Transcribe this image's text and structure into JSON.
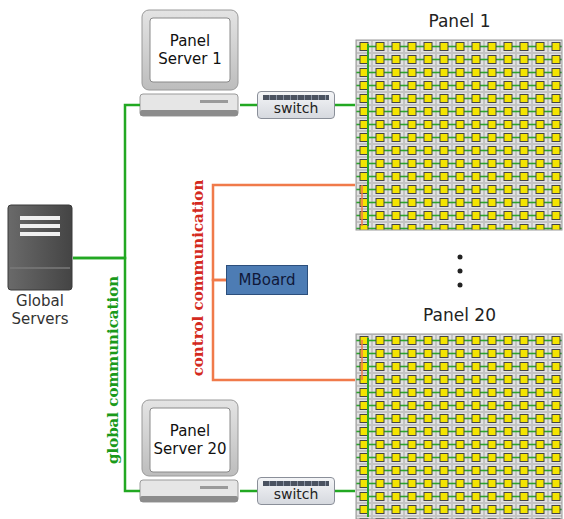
{
  "diagram": {
    "nodes": [
      {
        "text": [
          "Panel Server 1"
        ]
      },
      {
        "text": [
          "switch"
        ]
      },
      {
        "text": [
          "Panel 1"
        ]
      },
      {
        "text": [
          "Global Servers"
        ]
      },
      {
        "text": [
          "MBoard"
        ]
      },
      {
        "text": [
          "Panel 20"
        ]
      },
      {
        "text": [
          "Panel Server 20"
        ]
      },
      {
        "text": [
          "switch"
        ]
      }
    ],
    "edges": [
      {
        "from": 3,
        "to": 0,
        "arrow": "none"
      },
      {
        "from": 3,
        "to": 6,
        "arrow": "none"
      },
      {
        "from": 0,
        "to": 1,
        "arrow": "none"
      },
      {
        "from": 1,
        "to": 2,
        "arrow": "none"
      },
      {
        "from": 4,
        "to": 2,
        "arrow": "none"
      },
      {
        "from": 4,
        "to": 5,
        "arrow": "none"
      },
      {
        "from": 6,
        "to": 7,
        "arrow": "none"
      },
      {
        "from": 7,
        "to": 5,
        "arrow": "none"
      }
    ],
    "labels": [
      "control communication",
      "global communication"
    ]
  }
}
